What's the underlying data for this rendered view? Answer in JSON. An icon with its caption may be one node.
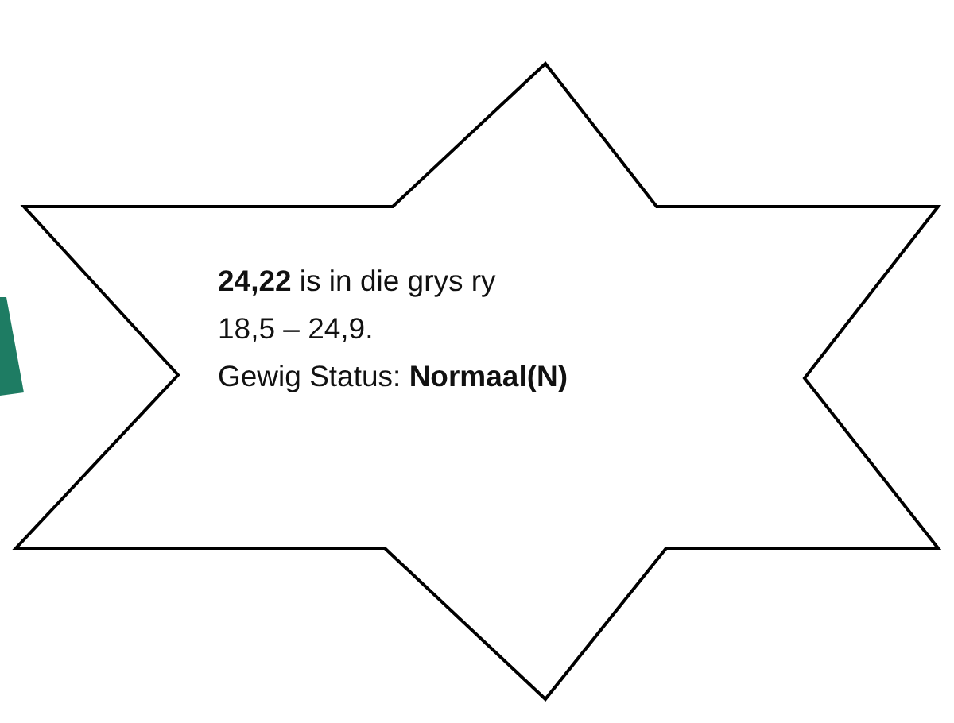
{
  "diagram": {
    "nodes": [
      {
        "text": [
          "**24,22** is in die grys ry",
          "18,5 – 24,9.",
          "Gewig Status: **Normaal(N)**"
        ]
      }
    ]
  }
}
